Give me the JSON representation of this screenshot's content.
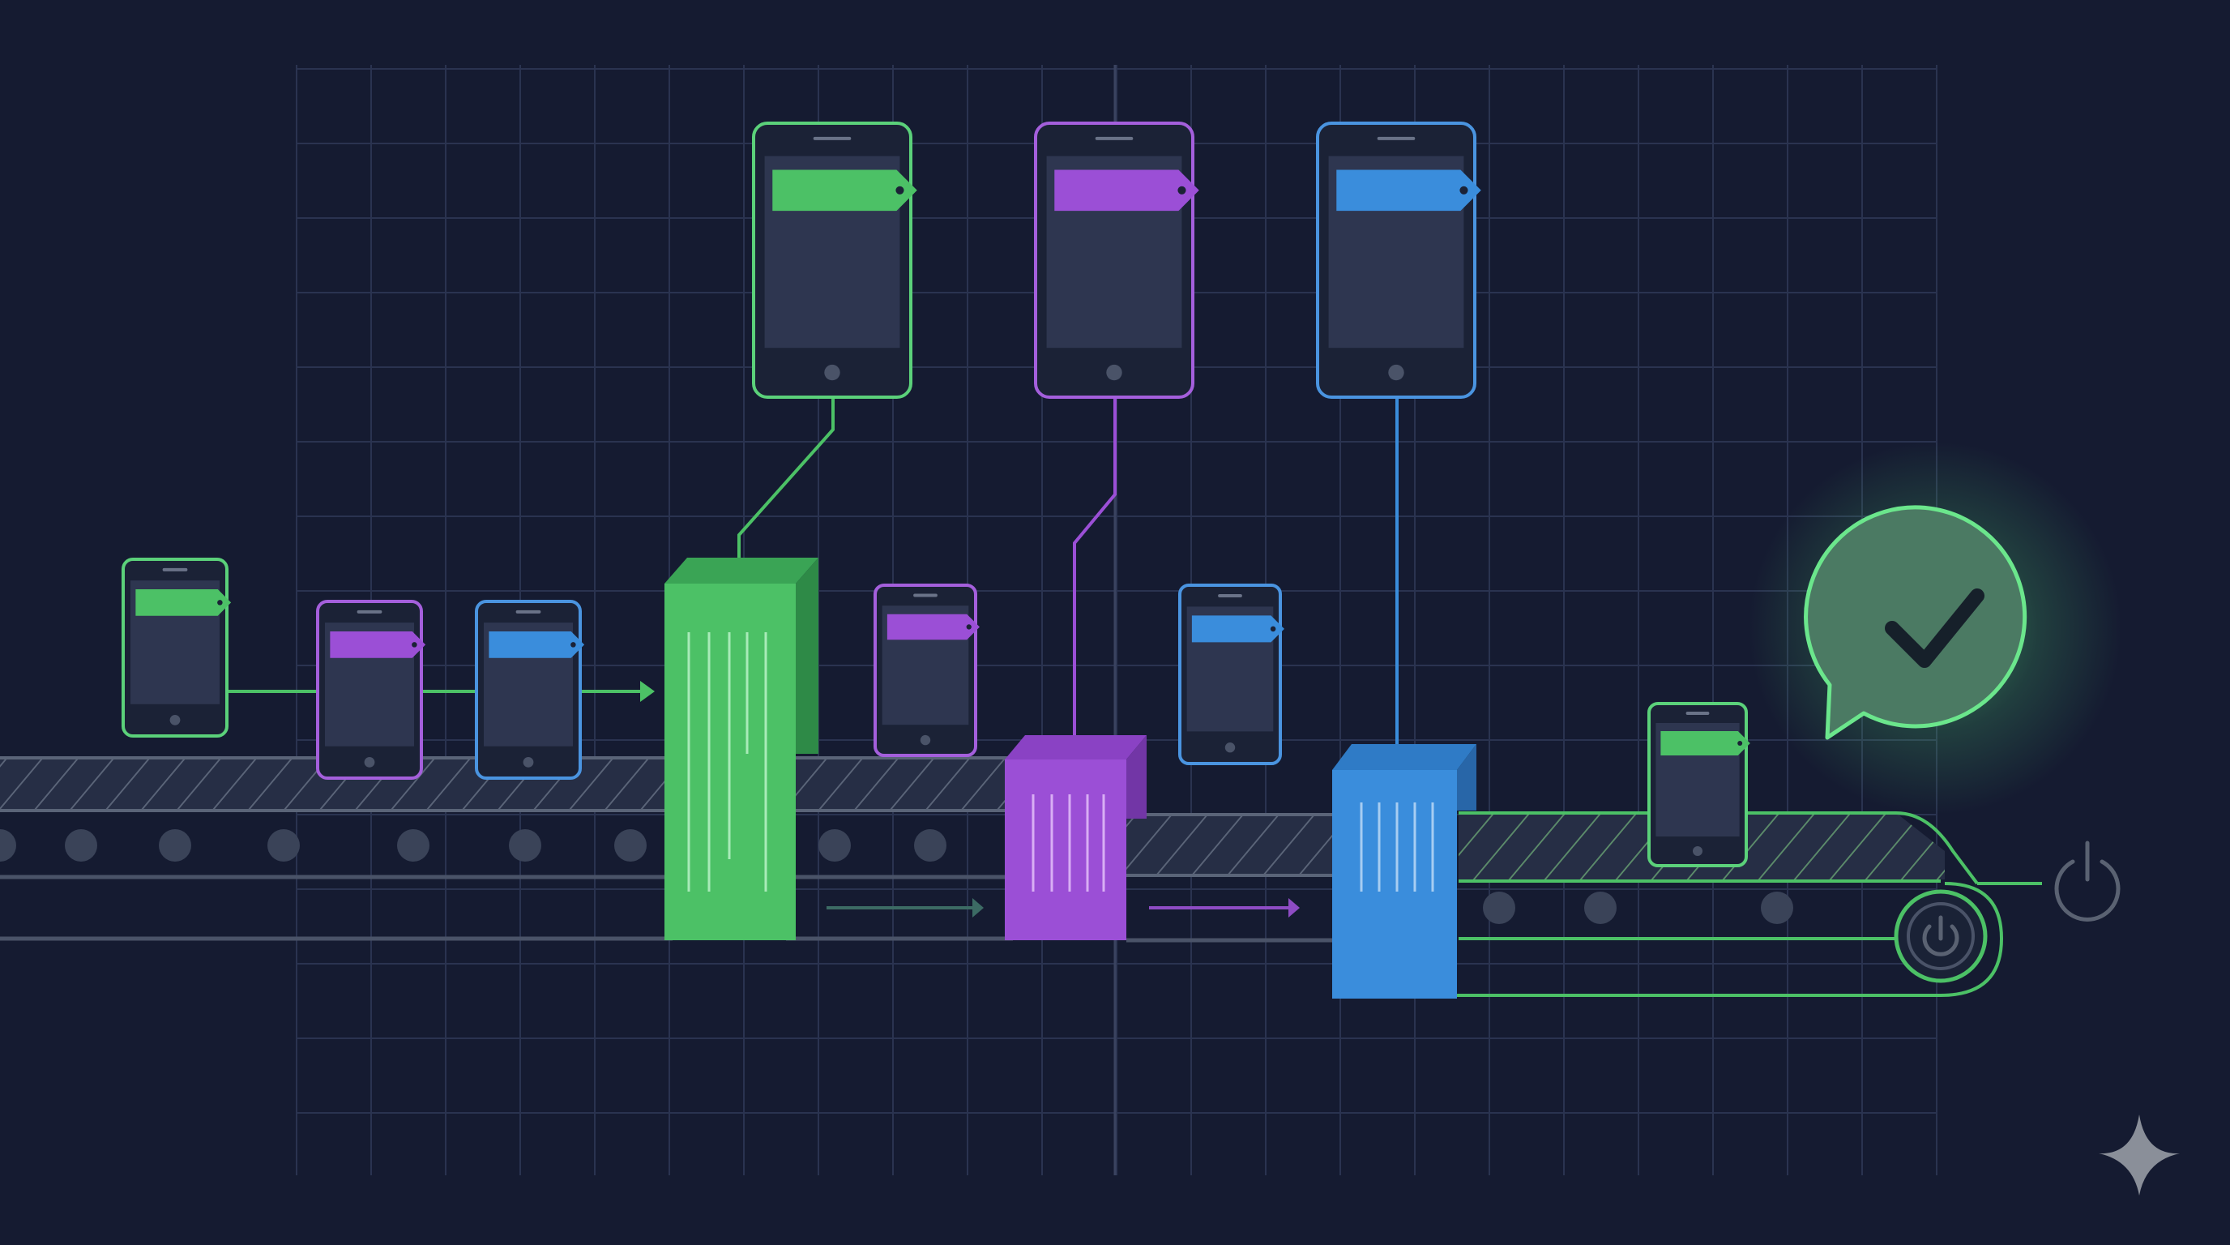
{
  "colors": {
    "background": "#151b31",
    "grid": "#2a3350",
    "belt_line": "#3c465e",
    "belt_dot": "#3a4358",
    "screen": "#2e3650",
    "green": "#4cc166",
    "green_stroke": "#5bd17a",
    "purple": "#9b4fd6",
    "purple_stroke": "#a45fdc",
    "blue": "#3a8ddc",
    "blue_stroke": "#4a94e0",
    "check_bubble": "#4b7a63",
    "check_glow": "#56e07c",
    "power_icon": "#5a6272",
    "sparkle": "#8a8f99"
  },
  "icons": [
    "smartphone-icon",
    "price-tag-icon",
    "checkmark-speech-bubble-icon",
    "power-icon",
    "sparkle-icon"
  ],
  "stages": [
    {
      "name": "green",
      "color": "green"
    },
    {
      "name": "purple",
      "color": "purple"
    },
    {
      "name": "blue",
      "color": "blue"
    }
  ]
}
